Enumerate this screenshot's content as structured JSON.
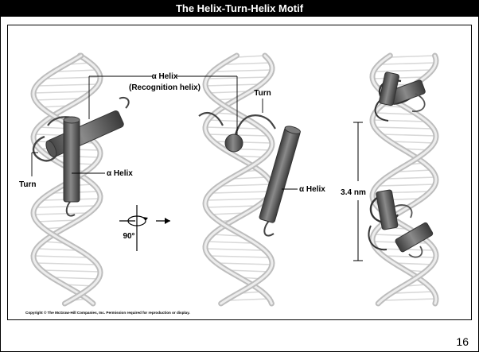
{
  "title": "The Helix-Turn-Helix Motif",
  "labels": {
    "alpha_recognition": "α Helix",
    "recognition_helix": "(Recognition helix)",
    "turn_left": "Turn",
    "alpha_left": "α Helix",
    "turn_middle": "Turn",
    "alpha_middle": "α Helix",
    "rotation_angle": "90°",
    "distance": "3.4 nm"
  },
  "copyright": "Copyright © The McGraw-Hill Companies, Inc. Permission required for reproduction or display.",
  "slide_number": "16",
  "colors": {
    "title_bar": "#000000",
    "dna_ribbon": "#cfcfcf",
    "protein_cylinder": "#6b6b6b"
  }
}
